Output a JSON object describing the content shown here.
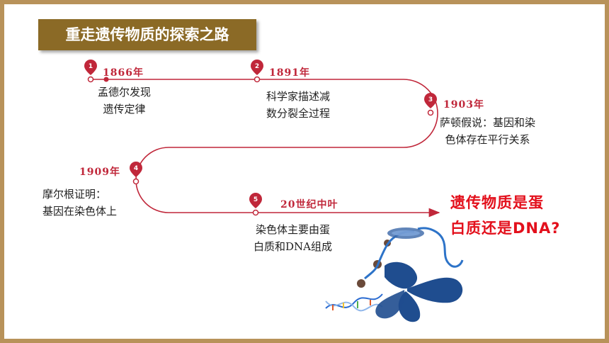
{
  "title": "重走遗传物质的探索之路",
  "milestones": [
    {
      "num": "1",
      "year": "1866年",
      "line1": "孟德尔发现",
      "line2": "遗传定律"
    },
    {
      "num": "2",
      "year": "1891年",
      "line1": "科学家描述减",
      "line2": "数分裂全过程"
    },
    {
      "num": "3",
      "year": "1903年",
      "line1": "萨顿假说：基因和染",
      "line2": "色体存在平行关系"
    },
    {
      "num": "4",
      "year": "1909年",
      "line1": "摩尔根证明：",
      "line2": "基因在染色体上"
    },
    {
      "num": "5",
      "year": "20世纪中叶",
      "line1": "染色体主要由蛋",
      "line2": "白质和DNA组成"
    }
  ],
  "question": {
    "line1": "遗传物质是蛋",
    "line2": "白质还是DNA?"
  },
  "colors": {
    "accent": "#c0273a",
    "title_bg": "#8b6a26",
    "frame": "#b8925a",
    "question": "#e3101c",
    "chromosome": "#1f4d8f"
  }
}
